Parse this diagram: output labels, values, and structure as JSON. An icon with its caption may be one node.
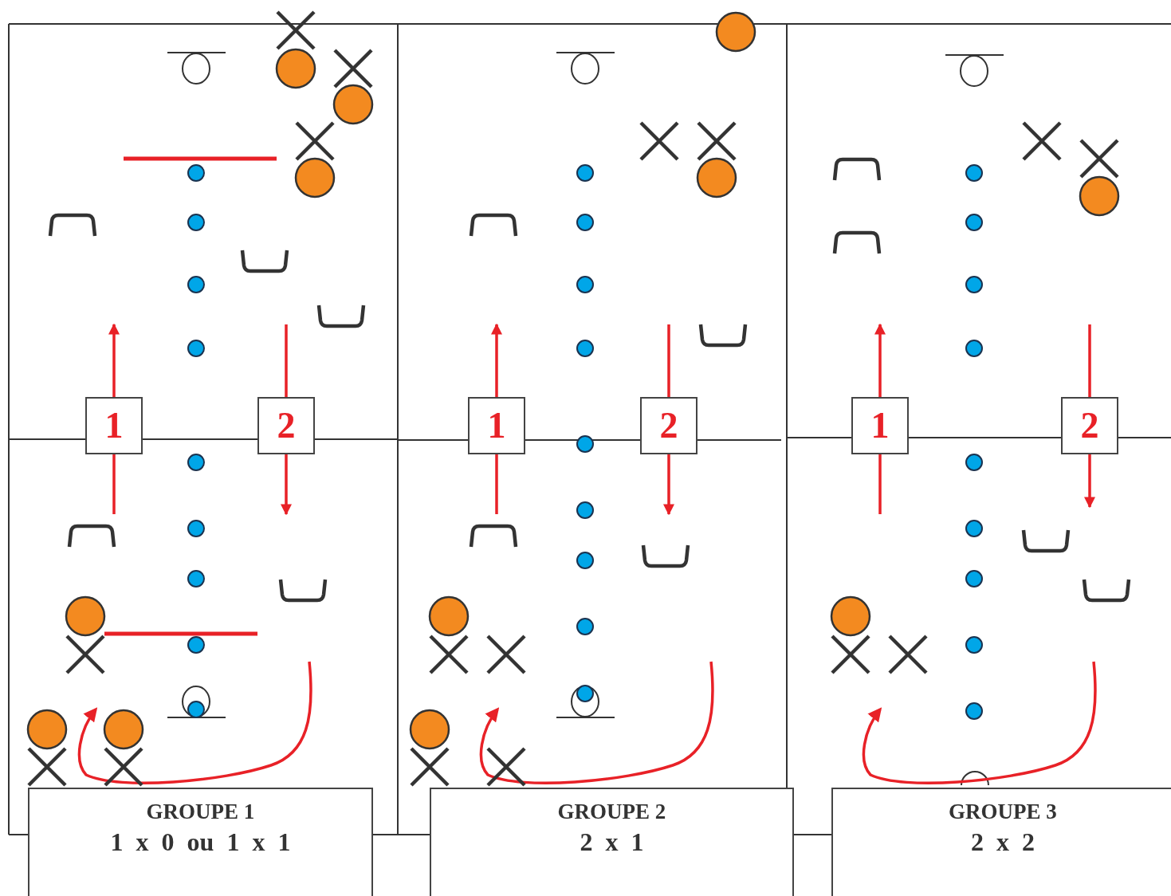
{
  "diagram": {
    "nodes": [
      {
        "text": [
          "1"
        ]
      },
      {
        "text": [
          "2"
        ]
      },
      {
        "text": [
          "1"
        ]
      },
      {
        "text": [
          "2"
        ]
      },
      {
        "text": [
          "1"
        ]
      },
      {
        "text": [
          "2"
        ]
      },
      {
        "text": [
          "GROUPE 1",
          "1 x 0 ou 1 x 1"
        ]
      },
      {
        "text": [
          "GROUPE 2",
          "2 x 1"
        ]
      },
      {
        "text": [
          "GROUPE 3",
          "2 x 2"
        ]
      }
    ],
    "edges": [
      {
        "from": null,
        "to": 0,
        "arrow": "none"
      },
      {
        "from": 0,
        "to": null,
        "arrow": "to"
      },
      {
        "from": null,
        "to": 1,
        "arrow": "none"
      },
      {
        "from": 1,
        "to": null,
        "arrow": "to"
      },
      {
        "from": null,
        "to": 2,
        "arrow": "none"
      },
      {
        "from": 2,
        "to": null,
        "arrow": "to"
      },
      {
        "from": null,
        "to": 3,
        "arrow": "none"
      },
      {
        "from": 3,
        "to": null,
        "arrow": "to"
      },
      {
        "from": null,
        "to": 4,
        "arrow": "none"
      },
      {
        "from": 4,
        "to": null,
        "arrow": "to"
      },
      {
        "from": null,
        "to": 5,
        "arrow": "none"
      },
      {
        "from": 5,
        "to": null,
        "arrow": "to"
      }
    ]
  }
}
